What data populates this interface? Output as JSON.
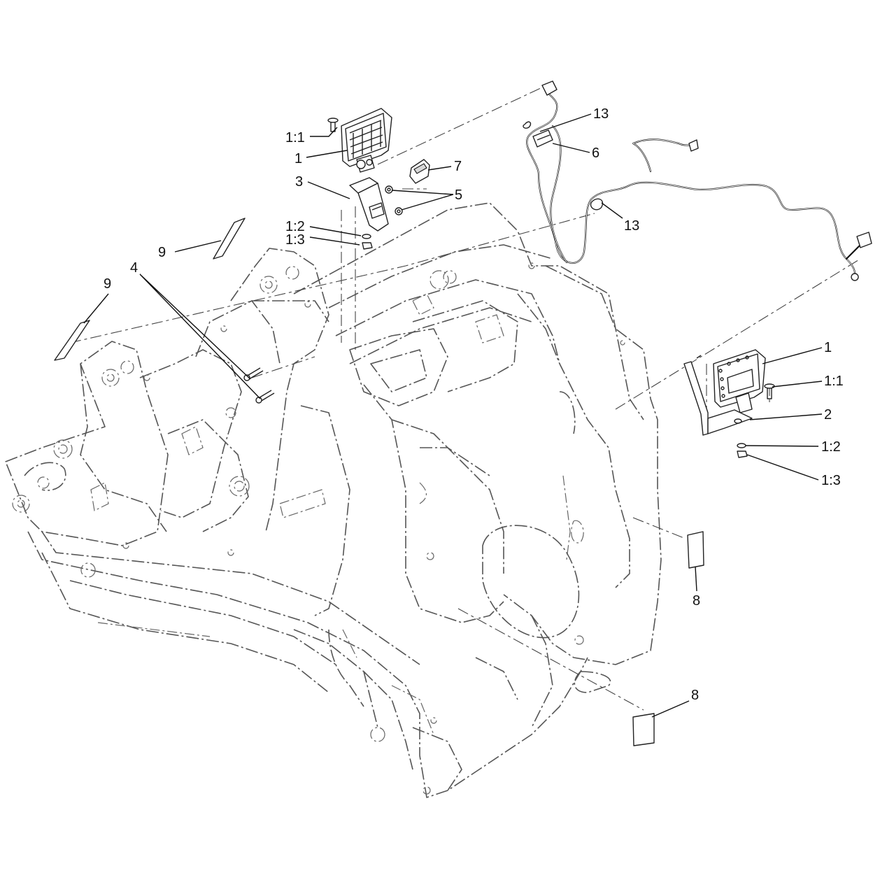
{
  "callouts": [
    {
      "id": "c1_1a",
      "text": "1:1"
    },
    {
      "id": "c1a",
      "text": "1"
    },
    {
      "id": "c3",
      "text": "3"
    },
    {
      "id": "c1_2a",
      "text": "1:2"
    },
    {
      "id": "c1_3a",
      "text": "1:3"
    },
    {
      "id": "c7",
      "text": "7"
    },
    {
      "id": "c5",
      "text": "5"
    },
    {
      "id": "c13a",
      "text": "13"
    },
    {
      "id": "c6",
      "text": "6"
    },
    {
      "id": "c13b",
      "text": "13"
    },
    {
      "id": "c9a",
      "text": "9"
    },
    {
      "id": "c9b",
      "text": "9"
    },
    {
      "id": "c4",
      "text": "4"
    },
    {
      "id": "c1b",
      "text": "1"
    },
    {
      "id": "c1_1b",
      "text": "1:1"
    },
    {
      "id": "c2",
      "text": "2"
    },
    {
      "id": "c1_2b",
      "text": "1:2"
    },
    {
      "id": "c1_3b",
      "text": "1:3"
    },
    {
      "id": "c8a",
      "text": "8"
    },
    {
      "id": "c8b",
      "text": "8"
    }
  ],
  "colors": {
    "ink": "#111111",
    "frame": "#555555",
    "background": "#ffffff"
  }
}
